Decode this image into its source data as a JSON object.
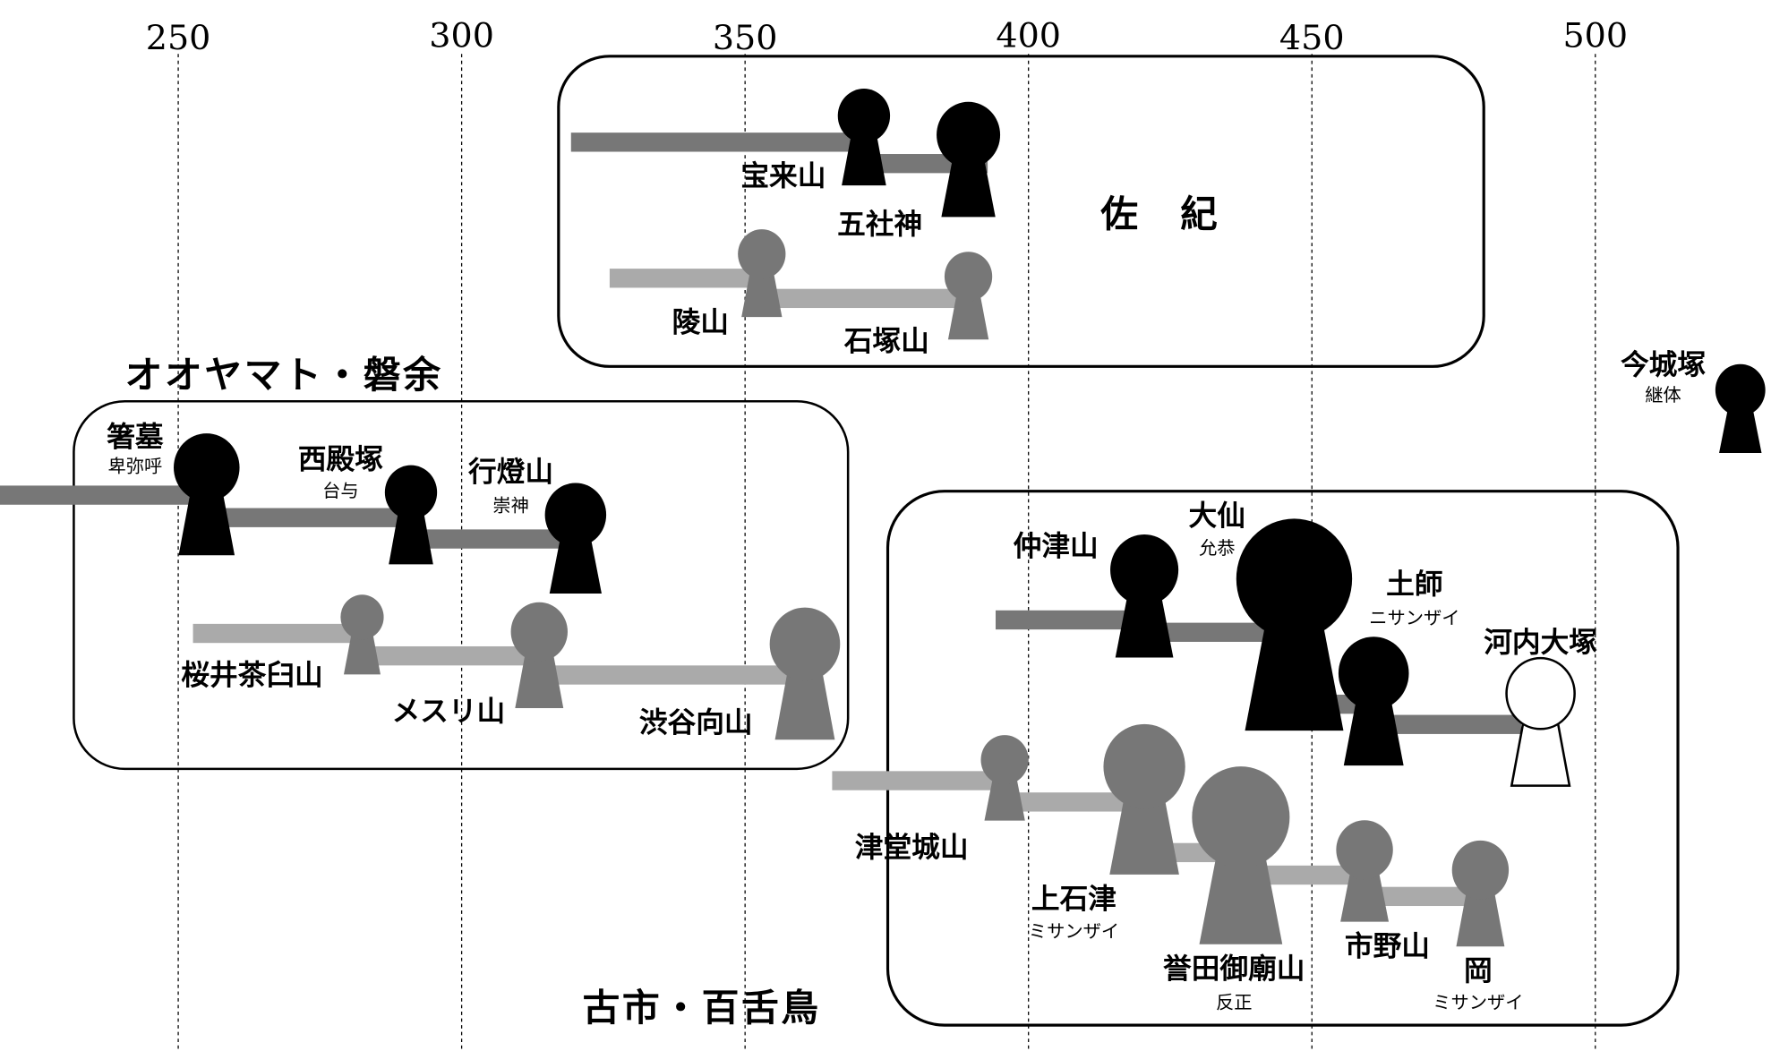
{
  "colors": {
    "black": "#000000",
    "dark_gray": "#777777",
    "light_gray": "#aaaaaa",
    "white": "#ffffff"
  },
  "axis": {
    "ticks": [
      "250",
      "300",
      "350",
      "400",
      "450",
      "500"
    ]
  },
  "groups": {
    "saki": "佐　紀",
    "oyamato": "オオヤマト・磐余",
    "furuichi": "古市・百舌鳥"
  },
  "tombs": [
    {
      "name": "宝来山",
      "sub": "",
      "fill": "black"
    },
    {
      "name": "五社神",
      "sub": "",
      "fill": "black"
    },
    {
      "name": "陵山",
      "sub": "",
      "fill": "dark_gray"
    },
    {
      "name": "石塚山",
      "sub": "",
      "fill": "dark_gray"
    },
    {
      "name": "箸墓",
      "sub": "卑弥呼",
      "fill": "black"
    },
    {
      "name": "西殿塚",
      "sub": "台与",
      "fill": "black"
    },
    {
      "name": "行燈山",
      "sub": "崇神",
      "fill": "black"
    },
    {
      "name": "桜井茶臼山",
      "sub": "",
      "fill": "dark_gray"
    },
    {
      "name": "メスリ山",
      "sub": "",
      "fill": "dark_gray"
    },
    {
      "name": "渋谷向山",
      "sub": "",
      "fill": "dark_gray"
    },
    {
      "name": "仲津山",
      "sub": "",
      "fill": "black"
    },
    {
      "name": "大仙",
      "sub": "允恭",
      "fill": "black"
    },
    {
      "name": "土師",
      "sub": "ニサンザイ",
      "fill": "black"
    },
    {
      "name": "河内大塚",
      "sub": "",
      "fill": "white"
    },
    {
      "name": "津堂城山",
      "sub": "",
      "fill": "dark_gray"
    },
    {
      "name": "上石津",
      "sub": "ミサンザイ",
      "fill": "dark_gray"
    },
    {
      "name": "誉田御廟山",
      "sub": "反正",
      "fill": "dark_gray"
    },
    {
      "name": "市野山",
      "sub": "",
      "fill": "dark_gray"
    },
    {
      "name": "岡",
      "sub": "ミサンザイ",
      "fill": "dark_gray"
    },
    {
      "name": "今城塚",
      "sub": "継体",
      "fill": "black"
    }
  ]
}
